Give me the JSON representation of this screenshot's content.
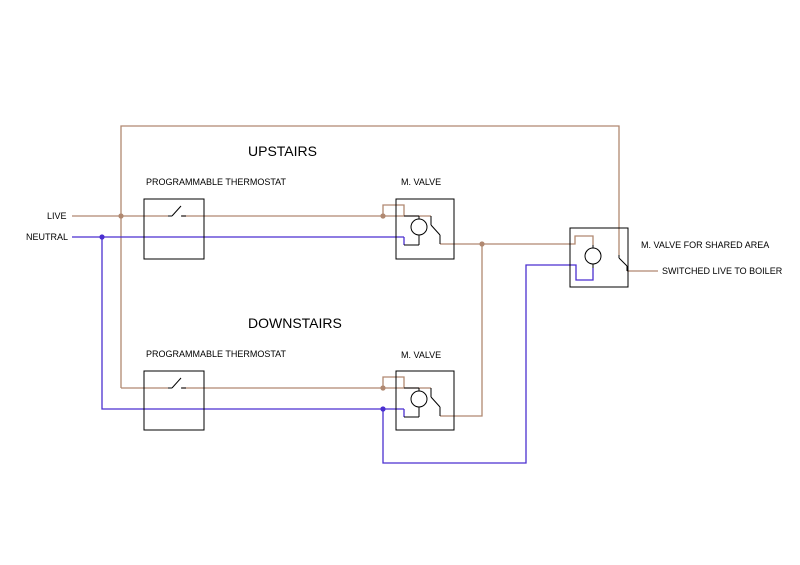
{
  "labels": {
    "upstairs": "UPSTAIRS",
    "downstairs": "DOWNSTAIRS",
    "thermostat_up": "PROGRAMMABLE THERMOSTAT",
    "thermostat_down": "PROGRAMMABLE THERMOSTAT",
    "valve_up": "M. VALVE",
    "valve_down": "M. VALVE",
    "valve_shared": "M. VALVE FOR SHARED AREA",
    "switched_live": "SWITCHED LIVE TO BOILER",
    "live": "LIVE",
    "neutral": "NEUTRAL"
  },
  "colors": {
    "live_wire": "#b08870",
    "neutral_wire": "#4a2fd0",
    "box_outline": "#000000",
    "background": "#ffffff"
  }
}
